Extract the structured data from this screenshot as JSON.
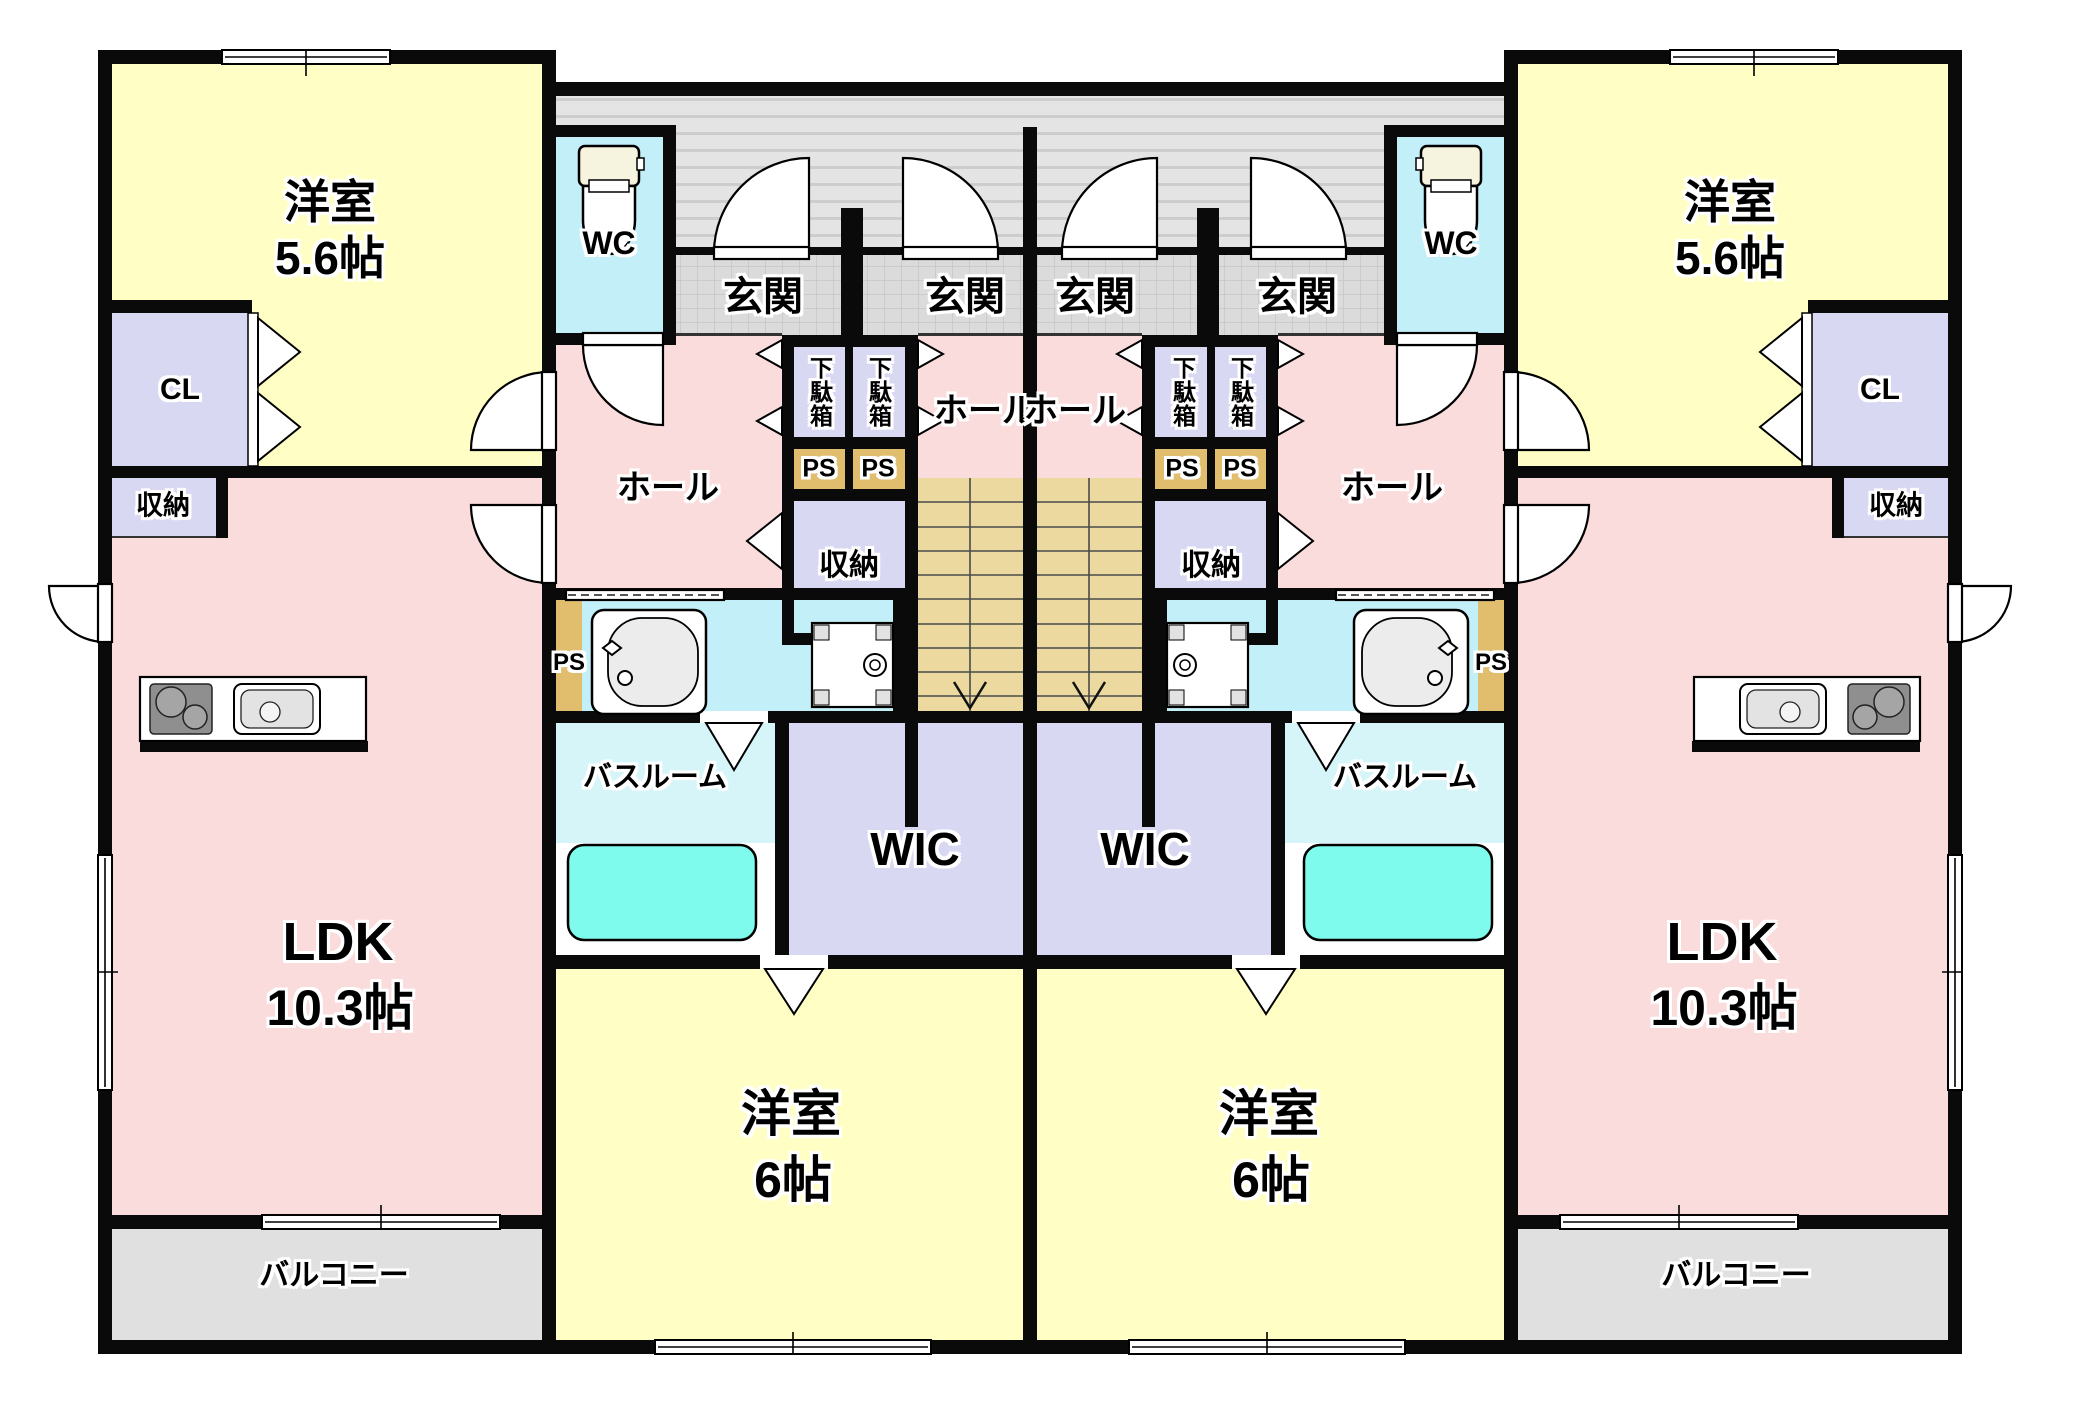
{
  "type": "floor-plan",
  "language": "ja",
  "colors": {
    "wall": "#0a0a0a",
    "room_yellow": "#FFFFC5",
    "room_pink": "#FBDCDC",
    "room_lavender": "#D8D8F2",
    "room_cyan": "#C3F0F8",
    "bathroom_cyan": "#D6F5F9",
    "bathtub_cyan": "#7EFBEC",
    "stairs_tan": "#EBD9A0",
    "ps_gold": "#E0BE6E",
    "corridor_gray": "#E4E4E4",
    "tile_gray": "#DBDBDB",
    "balcony_gray": "#E0E0E0",
    "white": "#FFFFFF"
  },
  "labels": {
    "western_room": "洋室",
    "western_room_large_size": "5.6帖",
    "western_room_small_size": "6帖",
    "closet": "CL",
    "toilet": "WC",
    "entrance": "玄関",
    "shoe_box": "下駄箱",
    "pipe_space": "PS",
    "hall": "ホール",
    "storage": "収納",
    "ldk": "LDK",
    "ldk_size": "10.3帖",
    "walk_in_closet": "WIC",
    "bathroom": "バスルーム",
    "balcony": "バルコニー"
  }
}
